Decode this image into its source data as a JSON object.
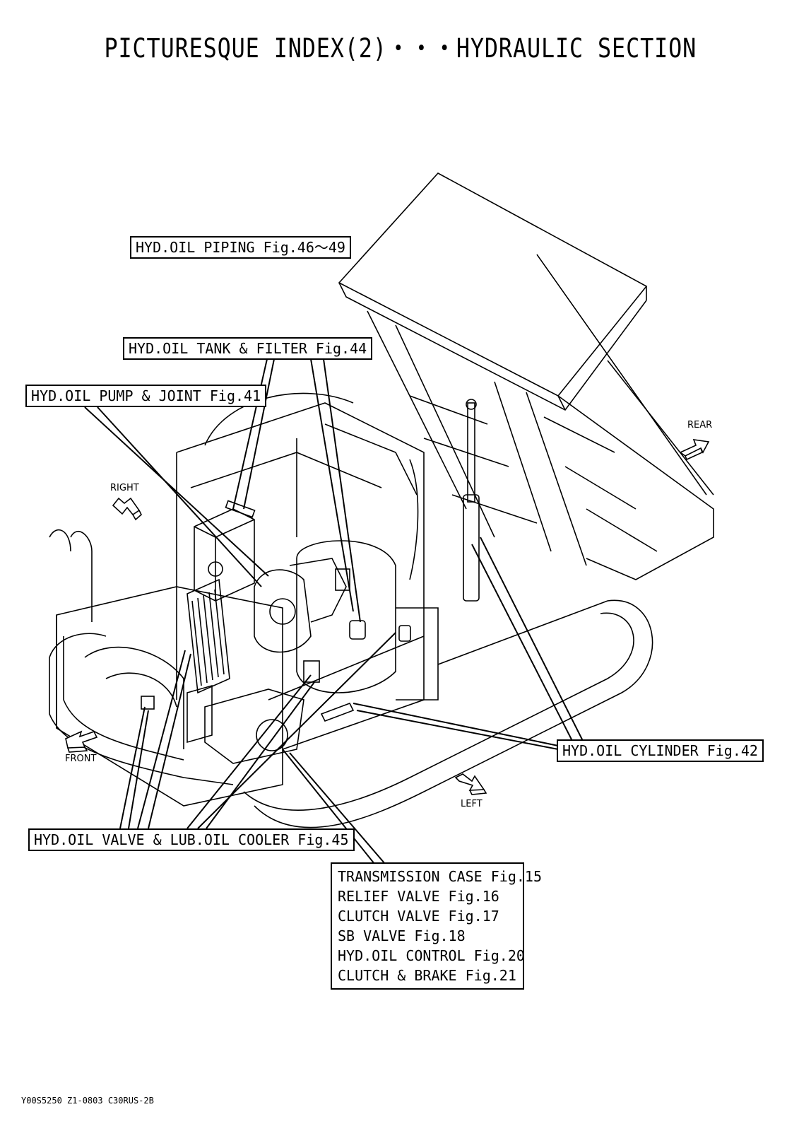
{
  "title": "PICTURESQUE INDEX(2)・・・HYDRAULIC SECTION",
  "callouts": {
    "piping": "HYD.OIL PIPING Fig.46～49",
    "tank_filter": "HYD.OIL TANK & FILTER Fig.44",
    "pump_joint": "HYD.OIL PUMP & JOINT Fig.41",
    "cylinder": "HYD.OIL CYLINDER Fig.42",
    "valve_cooler": "HYD.OIL VALVE & LUB.OIL COOLER Fig.45",
    "transmission": [
      "TRANSMISSION CASE Fig.15",
      "RELIEF VALVE Fig.16",
      "CLUTCH VALVE Fig.17",
      "SB VALVE Fig.18",
      "HYD.OIL CONTROL Fig.20",
      "CLUTCH & BRAKE Fig.21"
    ]
  },
  "directions": {
    "rear": "REAR",
    "right": "RIGHT",
    "front": "FRONT",
    "left": "LEFT"
  },
  "doc_code": "Y00S5250 Z1-0803 C30RUS-2B"
}
